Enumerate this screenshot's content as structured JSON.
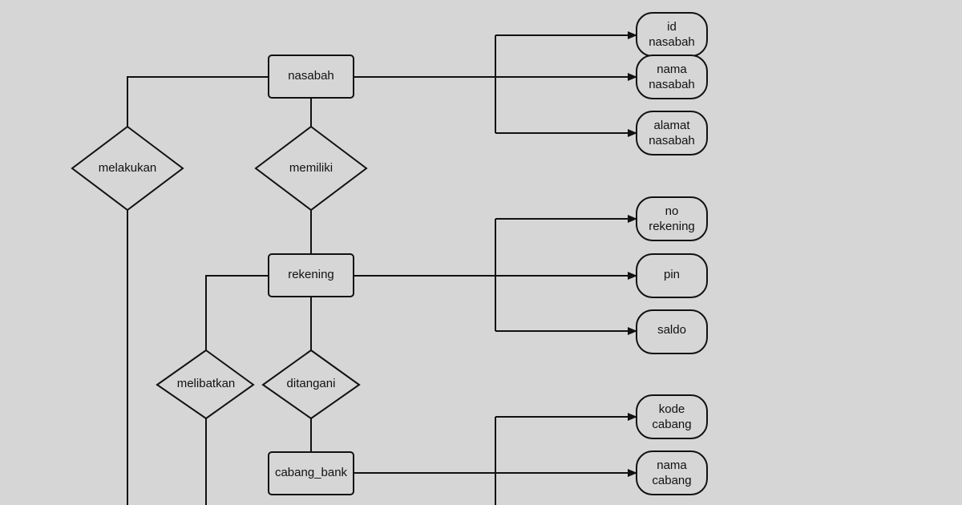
{
  "entities": {
    "nasabah": "nasabah",
    "rekening": "rekening",
    "cabang_bank": "cabang_bank"
  },
  "relationships": {
    "melakukan": "melakukan",
    "memiliki": "memiliki",
    "melibatkan": "melibatkan",
    "ditangani": "ditangani"
  },
  "attributes": {
    "id_nasabah": [
      "id",
      "nasabah"
    ],
    "nama_nasabah": [
      "nama",
      "nasabah"
    ],
    "alamat_nasabah": [
      "alamat",
      "nasabah"
    ],
    "no_rekening": [
      "no",
      "rekening"
    ],
    "pin": [
      "pin"
    ],
    "saldo": [
      "saldo"
    ],
    "kode_cabang": [
      "kode",
      "cabang"
    ],
    "nama_cabang": [
      "nama",
      "cabang"
    ]
  }
}
